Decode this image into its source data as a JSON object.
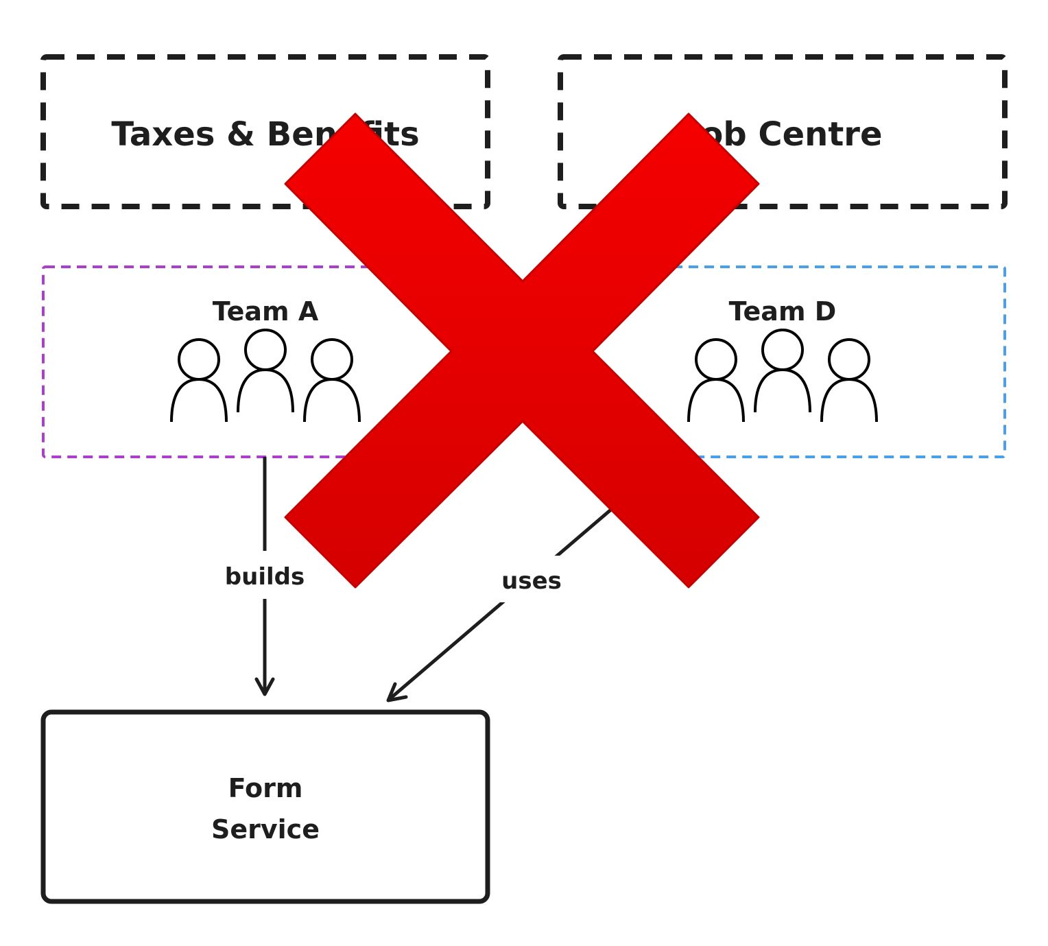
{
  "diagram": {
    "domains": [
      {
        "id": "taxes",
        "label": "Taxes & Benefits",
        "color": "#1e1e1e"
      },
      {
        "id": "job",
        "label": "Job Centre",
        "color": "#1e1e1e"
      }
    ],
    "teams": [
      {
        "id": "team-a",
        "label": "Team A",
        "color": "#ab3fcc",
        "member_icon": "person-icon",
        "member_count": 3
      },
      {
        "id": "team-d",
        "label": "Team D",
        "color": "#4aa0e8",
        "member_icon": "person-icon",
        "member_count": 3
      }
    ],
    "service": {
      "line1": "Form",
      "line2": "Service"
    },
    "edges": [
      {
        "from": "Team A",
        "to": "Form Service",
        "label": "builds"
      },
      {
        "from": "Team D",
        "to": "Form Service",
        "label": "uses"
      }
    ],
    "overlay": {
      "icon": "red-x-icon",
      "color": "#e50000"
    }
  }
}
